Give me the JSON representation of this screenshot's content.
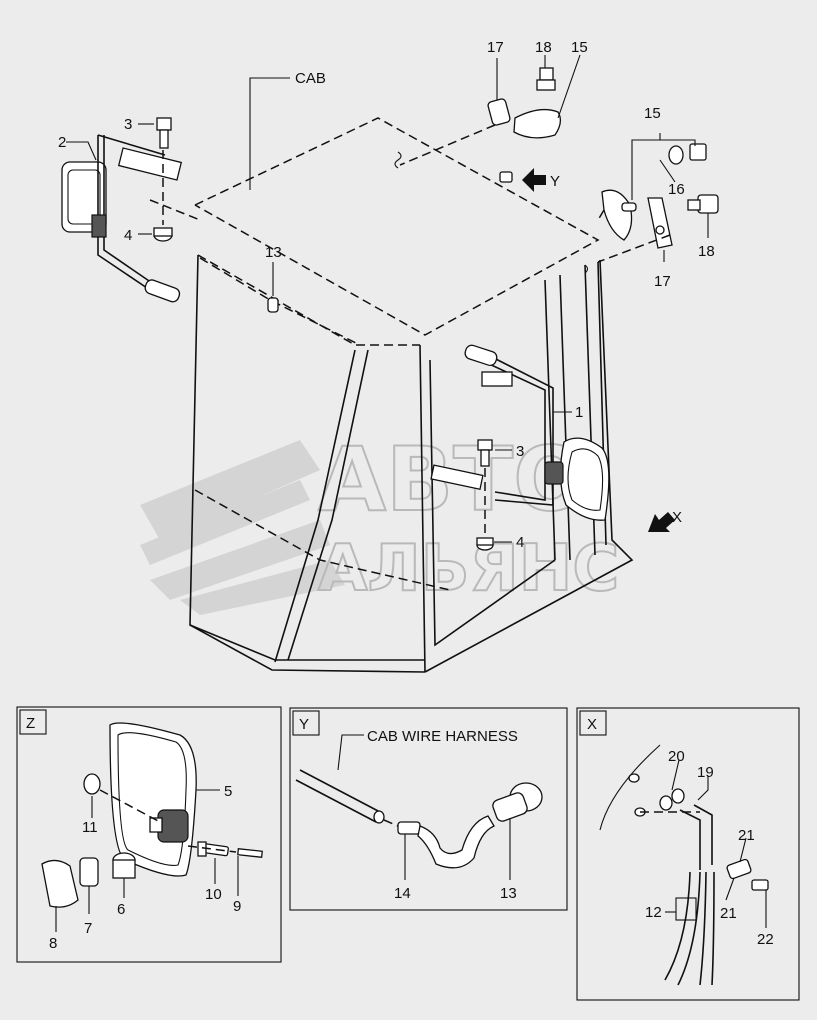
{
  "watermark": {
    "line1": "АВТО",
    "line2": "АЛЬЯНС"
  },
  "main": {
    "cab_label": "CAB",
    "callouts": {
      "p1": "1",
      "p2": "2",
      "p3_top": "3",
      "p3_mid": "3",
      "p4_left": "4",
      "p4_mid": "4",
      "p13": "13",
      "p15_top": "15",
      "p15_right": "15",
      "p16": "16",
      "p17_top": "17",
      "p17_right": "17",
      "p18_top": "18",
      "p18_right": "18"
    },
    "view_arrows": {
      "x": "X",
      "y": "Y"
    }
  },
  "detail_z": {
    "title": "Z",
    "callouts": {
      "p5": "5",
      "p6": "6",
      "p7": "7",
      "p8": "8",
      "p9": "9",
      "p10": "10",
      "p11": "11"
    }
  },
  "detail_y": {
    "title": "Y",
    "harness_label": "CAB WIRE HARNESS",
    "callouts": {
      "p13": "13",
      "p14": "14"
    }
  },
  "detail_x": {
    "title": "X",
    "callouts": {
      "p12": "12",
      "p19": "19",
      "p20": "20",
      "p21_top": "21",
      "p21_bottom": "21",
      "p22": "22"
    }
  }
}
